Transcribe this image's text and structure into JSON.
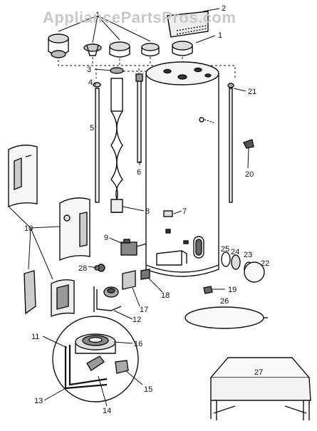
{
  "watermark": "AppliancePartsPros.com",
  "callouts": [
    "1",
    "2",
    "1",
    "3",
    "4",
    "5",
    "21",
    "6",
    "20",
    "8",
    "7",
    "9",
    "10",
    "25",
    "24",
    "23",
    "22",
    "28",
    "18",
    "19",
    "17",
    "12",
    "26",
    "11",
    "16",
    "15",
    "13",
    "14",
    "27"
  ]
}
